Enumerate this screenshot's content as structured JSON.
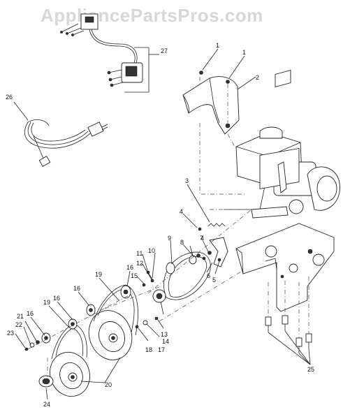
{
  "watermark": "AppliancePartsPros.com",
  "callouts": [
    {
      "id": "c1a",
      "text": "1"
    },
    {
      "id": "c1b",
      "text": "1"
    },
    {
      "id": "c2",
      "text": "2"
    },
    {
      "id": "c3",
      "text": "3"
    },
    {
      "id": "c4a",
      "text": "4"
    },
    {
      "id": "c4b",
      "text": "4"
    },
    {
      "id": "c5",
      "text": "5"
    },
    {
      "id": "c6",
      "text": "6"
    },
    {
      "id": "c7",
      "text": "7"
    },
    {
      "id": "c8",
      "text": "8"
    },
    {
      "id": "c9",
      "text": "9"
    },
    {
      "id": "c10",
      "text": "10"
    },
    {
      "id": "c11",
      "text": "11"
    },
    {
      "id": "c12",
      "text": "12"
    },
    {
      "id": "c13",
      "text": "13"
    },
    {
      "id": "c14",
      "text": "14"
    },
    {
      "id": "c15",
      "text": "15"
    },
    {
      "id": "c16a",
      "text": "16"
    },
    {
      "id": "c16b",
      "text": "16"
    },
    {
      "id": "c16c",
      "text": "16"
    },
    {
      "id": "c16d",
      "text": "16"
    },
    {
      "id": "c17",
      "text": "17"
    },
    {
      "id": "c18",
      "text": "18"
    },
    {
      "id": "c19a",
      "text": "19"
    },
    {
      "id": "c19b",
      "text": "19"
    },
    {
      "id": "c20",
      "text": "20"
    },
    {
      "id": "c21",
      "text": "21"
    },
    {
      "id": "c22",
      "text": "22"
    },
    {
      "id": "c23",
      "text": "23"
    },
    {
      "id": "c24",
      "text": "24"
    },
    {
      "id": "c25",
      "text": "25"
    },
    {
      "id": "c26",
      "text": "26"
    },
    {
      "id": "c27",
      "text": "27"
    }
  ]
}
